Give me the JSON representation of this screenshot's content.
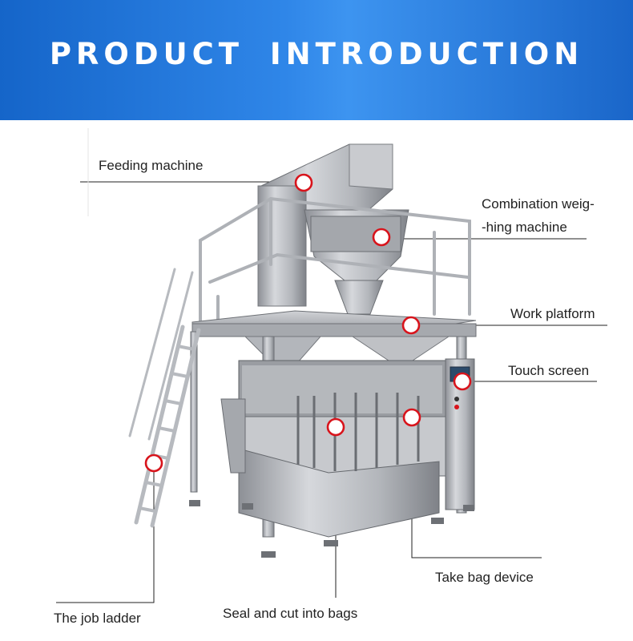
{
  "header": {
    "title": "PRODUCT INTRODUCTION"
  },
  "labels": {
    "feeding_machine": "Feeding machine",
    "combination_weighing": "Combination weig-\n-hing  machine",
    "work_platform": "Work platform",
    "touch_screen": "Touch screen",
    "take_bag_device": "Take bag device",
    "seal_and_cut": "Seal and cut into bags",
    "job_ladder": "The job ladder"
  },
  "colors": {
    "banner_start": "#1565c9",
    "banner_end": "#3d94f0",
    "marker_ring": "#d8141c",
    "machine_steel": "#b9bcc1"
  }
}
